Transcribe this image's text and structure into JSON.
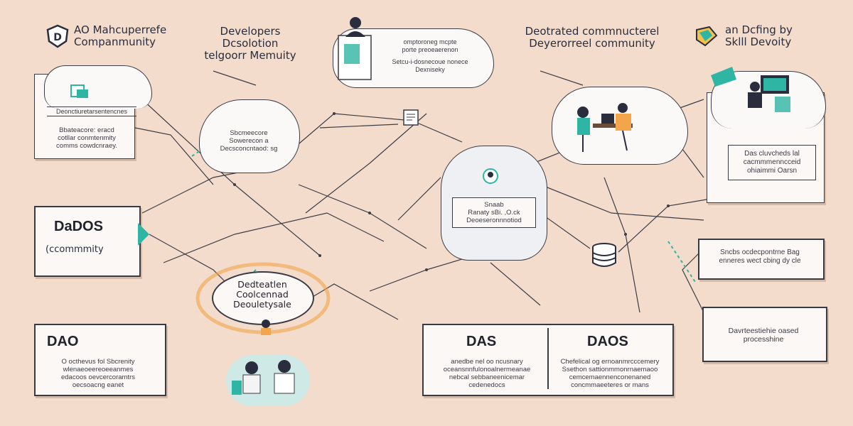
{
  "headers": {
    "h1_line1": "AO Mahcuperrefe",
    "h1_line2": "Companmunity",
    "h2_line1": "Developers Dcsolotion",
    "h2_line2": "telgoorr Memuity",
    "h3_line1": "Deotrated commnucterel",
    "h3_line2": "Deyerorreel community",
    "h4_line1": "an Dcfing by",
    "h4_line2": "Sklll Devoity"
  },
  "top_card": {
    "line1": "omptoroneg mcpte",
    "line2": "porte preoeaerenon",
    "line3": "Setcu-i‐dosnecoue nonece",
    "line4": "Dexniseky"
  },
  "left_card": {
    "title": "Deonctiuretarsentencnes",
    "line1": "Bbateacore: eracd",
    "line2": "cotllar conmtenmity",
    "line3": "comms cowdcnraey."
  },
  "cloud_left": {
    "line1": "Sbcmeecore",
    "line2": "Sowerecon a",
    "line3": "Decsconcntaod: sg"
  },
  "center_card": {
    "line1": "Snaab",
    "line2": "Ranaty sBi. ,O.ck",
    "line3": "Deoeseronnnotiod"
  },
  "right_card": {
    "line1": "Das cluvcheds lal",
    "line2": "cacmmmenncceid",
    "line3": "ohiaimmi Oarsn"
  },
  "right_box": {
    "line1": "Sncbs ocdecpontrne Bag",
    "line2": "enneres wect cbing dy cle"
  },
  "daos_box": {
    "title": "DaDOS",
    "subtitle": "(ccommmity"
  },
  "oval": {
    "line1": "Dedteatlen",
    "line2": "Coolcennad",
    "line3": "Deouletysale"
  },
  "dao_box": {
    "title": "DAO",
    "line1": "O octhevus fol Sbcrenity",
    "line2": "wlenaeoeereoeeanmes",
    "line3": "edacoos oevcercoramtrs",
    "line4": "oecsoacng eanet"
  },
  "bottom_box": {
    "left_title": "DAS",
    "left_line1": "anedbe nel oo ncusnary",
    "left_line2": "oceansnnfulonoalnermeanae",
    "left_line3": "nebcal sebbaneenicemar",
    "left_line4": "cedenedocs",
    "right_title": "DAOS",
    "right_line1": "Chefelical og ernoanmrcccemery",
    "right_line2": "Ssethon sattionmmonrnaemaoo",
    "right_line3": "cemcemaennenconenaned",
    "right_line4": "concmmaeeteres or mans"
  },
  "br_box": {
    "line1": "Davrteestiehie oased",
    "line2": "processhine"
  },
  "icons": [
    "shield-logo-icon",
    "document-icon",
    "clipboard-icon",
    "database-icon",
    "tag-logo-icon",
    "people-desk-illustration",
    "team-illustration"
  ],
  "colors": {
    "accent": "#2fb5a3",
    "background": "#f3dccb",
    "line": "#3d3d47",
    "highlight": "#f2a54a"
  }
}
